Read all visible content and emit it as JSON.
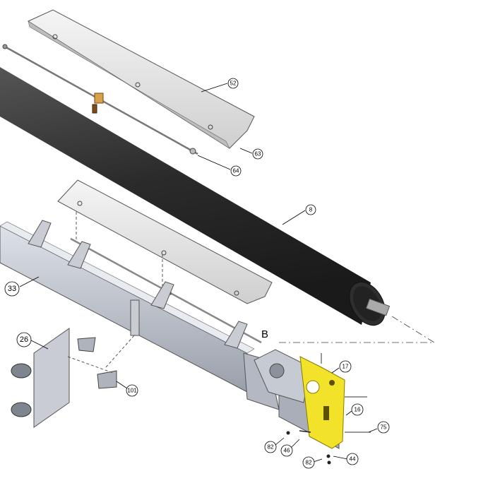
{
  "diagram": {
    "callouts": {
      "c52": "52",
      "c63": "63",
      "c64": "64",
      "c8": "8",
      "c33": "33",
      "c26": "26",
      "c101": "101",
      "c17": "17",
      "c16": "16",
      "c75": "75",
      "c82a": "82",
      "c46": "46",
      "c82b": "82",
      "c44": "44"
    },
    "view_letter": "B",
    "colors": {
      "roller": "#3c3c3c",
      "cover": "#e6e6e6",
      "frame": "#c7cbd3",
      "bracket_yellow": "#f2e32a",
      "brass": "#d8a24a"
    }
  }
}
